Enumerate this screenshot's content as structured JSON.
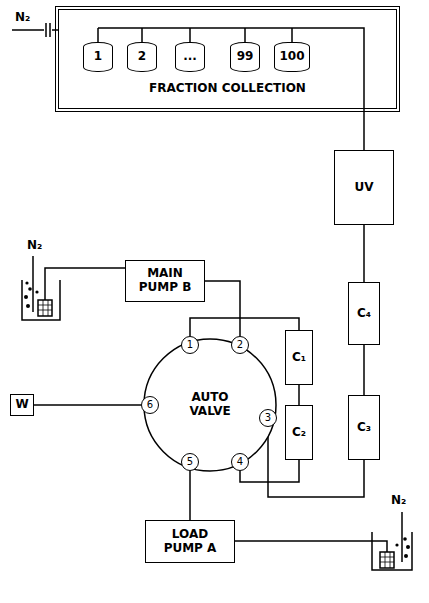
{
  "diagram": {
    "nodes": [
      {
        "text": [
          "FRACTION COLLECTION"
        ]
      },
      {
        "text": [
          "1"
        ],
        "in": 0
      },
      {
        "text": [
          "2"
        ],
        "in": 0
      },
      {
        "text": [
          "..."
        ],
        "in": 0
      },
      {
        "text": [
          "99"
        ],
        "in": 0
      },
      {
        "text": [
          "100"
        ],
        "in": 0
      },
      {
        "text": [
          "MAIN PUMP B"
        ]
      },
      {
        "text": [
          "UV"
        ]
      },
      {
        "text": [
          "C₁"
        ]
      },
      {
        "text": [
          "C₂"
        ]
      },
      {
        "text": [
          "C₄"
        ]
      },
      {
        "text": [
          "C₃"
        ]
      },
      {
        "text": [
          "AUTO VALVE"
        ]
      },
      {
        "text": [
          "1"
        ],
        "in": 12
      },
      {
        "text": [
          "2"
        ],
        "in": 12
      },
      {
        "text": [
          "3"
        ],
        "in": 12
      },
      {
        "text": [
          "4"
        ],
        "in": 12
      },
      {
        "text": [
          "5"
        ],
        "in": 12
      },
      {
        "text": [
          "6"
        ],
        "in": 12
      },
      {
        "text": [
          "W"
        ]
      },
      {
        "text": [
          "LOAD PUMP A"
        ]
      }
    ],
    "edges": [
      {
        "from": 6,
        "to": 14,
        "arrow": "none"
      },
      {
        "from": 13,
        "to": 8,
        "arrow": "none"
      },
      {
        "from": 8,
        "to": 9,
        "arrow": "none"
      },
      {
        "from": 9,
        "to": 16,
        "arrow": "none"
      },
      {
        "from": 14,
        "to": 15,
        "arrow": "none"
      },
      {
        "from": 16,
        "to": 17,
        "arrow": "none"
      },
      {
        "from": 15,
        "to": 11,
        "arrow": "none"
      },
      {
        "from": 11,
        "to": 10,
        "arrow": "none"
      },
      {
        "from": 10,
        "to": 7,
        "arrow": "none"
      },
      {
        "from": 7,
        "to": 0,
        "arrow": "none"
      },
      {
        "from": 18,
        "to": 19,
        "arrow": "none"
      },
      {
        "from": 17,
        "to": 20,
        "arrow": "none"
      }
    ],
    "labels": [
      "N₂",
      "N₂",
      "N₂"
    ]
  }
}
